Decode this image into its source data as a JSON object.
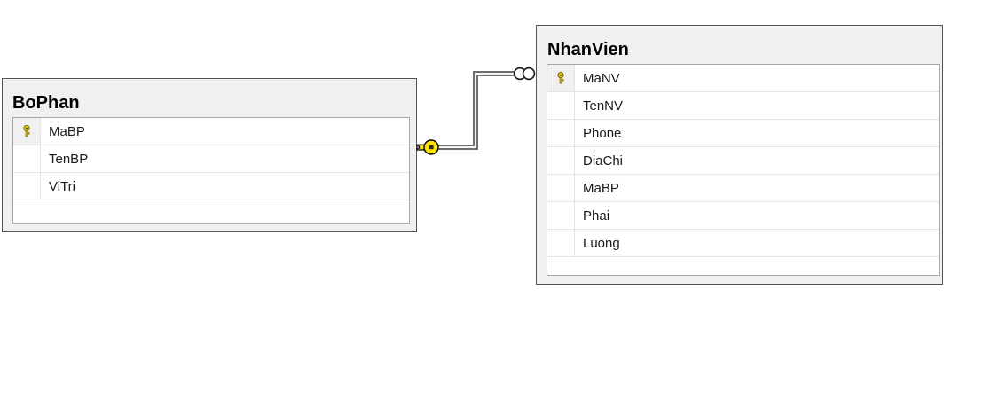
{
  "diagram": {
    "type": "database-relationship-diagram",
    "background_color": "#ffffff",
    "tables": [
      {
        "name": "BoPhan",
        "fields": [
          {
            "name": "MaBP",
            "primary_key": true,
            "icon": "key-icon"
          },
          {
            "name": "TenBP",
            "primary_key": false,
            "icon": ""
          },
          {
            "name": "ViTri",
            "primary_key": false,
            "icon": ""
          }
        ]
      },
      {
        "name": "NhanVien",
        "fields": [
          {
            "name": "MaNV",
            "primary_key": true,
            "icon": "key-icon"
          },
          {
            "name": "TenNV",
            "primary_key": false,
            "icon": ""
          },
          {
            "name": "Phone",
            "primary_key": false,
            "icon": ""
          },
          {
            "name": "DiaChi",
            "primary_key": false,
            "icon": ""
          },
          {
            "name": "MaBP",
            "primary_key": false,
            "icon": ""
          },
          {
            "name": "Phai",
            "primary_key": false,
            "icon": ""
          },
          {
            "name": "Luong",
            "primary_key": false,
            "icon": ""
          }
        ]
      }
    ],
    "relationship": {
      "from_table": "BoPhan",
      "from_field": "MaBP",
      "to_table": "NhanVien",
      "to_field": "MaNV",
      "cardinality": "one-to-many",
      "one_side_symbol": "key-icon",
      "many_side_symbol": "infinity-icon",
      "line_color": "#808080",
      "key_color": "#ffe300"
    }
  }
}
